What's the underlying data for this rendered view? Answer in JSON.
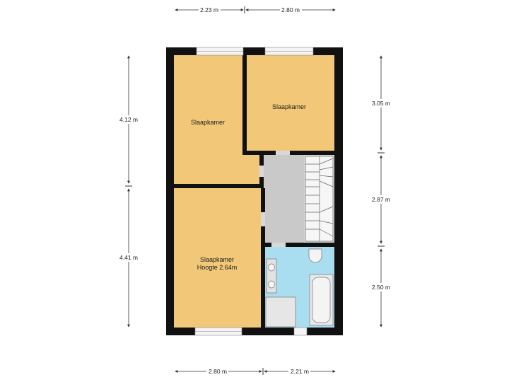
{
  "dimensions": {
    "top_left": "2.23 m",
    "top_right": "2.80 m",
    "bottom_left": "2.80 m",
    "bottom_right": "2.21 m",
    "left_upper": "4.12 m",
    "left_lower": "4.41 m",
    "right_upper": "3.05 m",
    "right_middle": "2.87 m",
    "right_lower": "2.50 m"
  },
  "rooms": {
    "bedroom_top_left": "Slaapkamer",
    "bedroom_top_right": "Slaapkamer",
    "bedroom_bottom_name": "Slaapkamer",
    "bedroom_bottom_height": "Hoogte 2.64m"
  },
  "colors": {
    "wall": "#111111",
    "room_floor": "#F2C878",
    "hall_floor": "#C9C9C9",
    "bathroom_floor": "#A9DDF0",
    "window": "#F4F4F4"
  }
}
